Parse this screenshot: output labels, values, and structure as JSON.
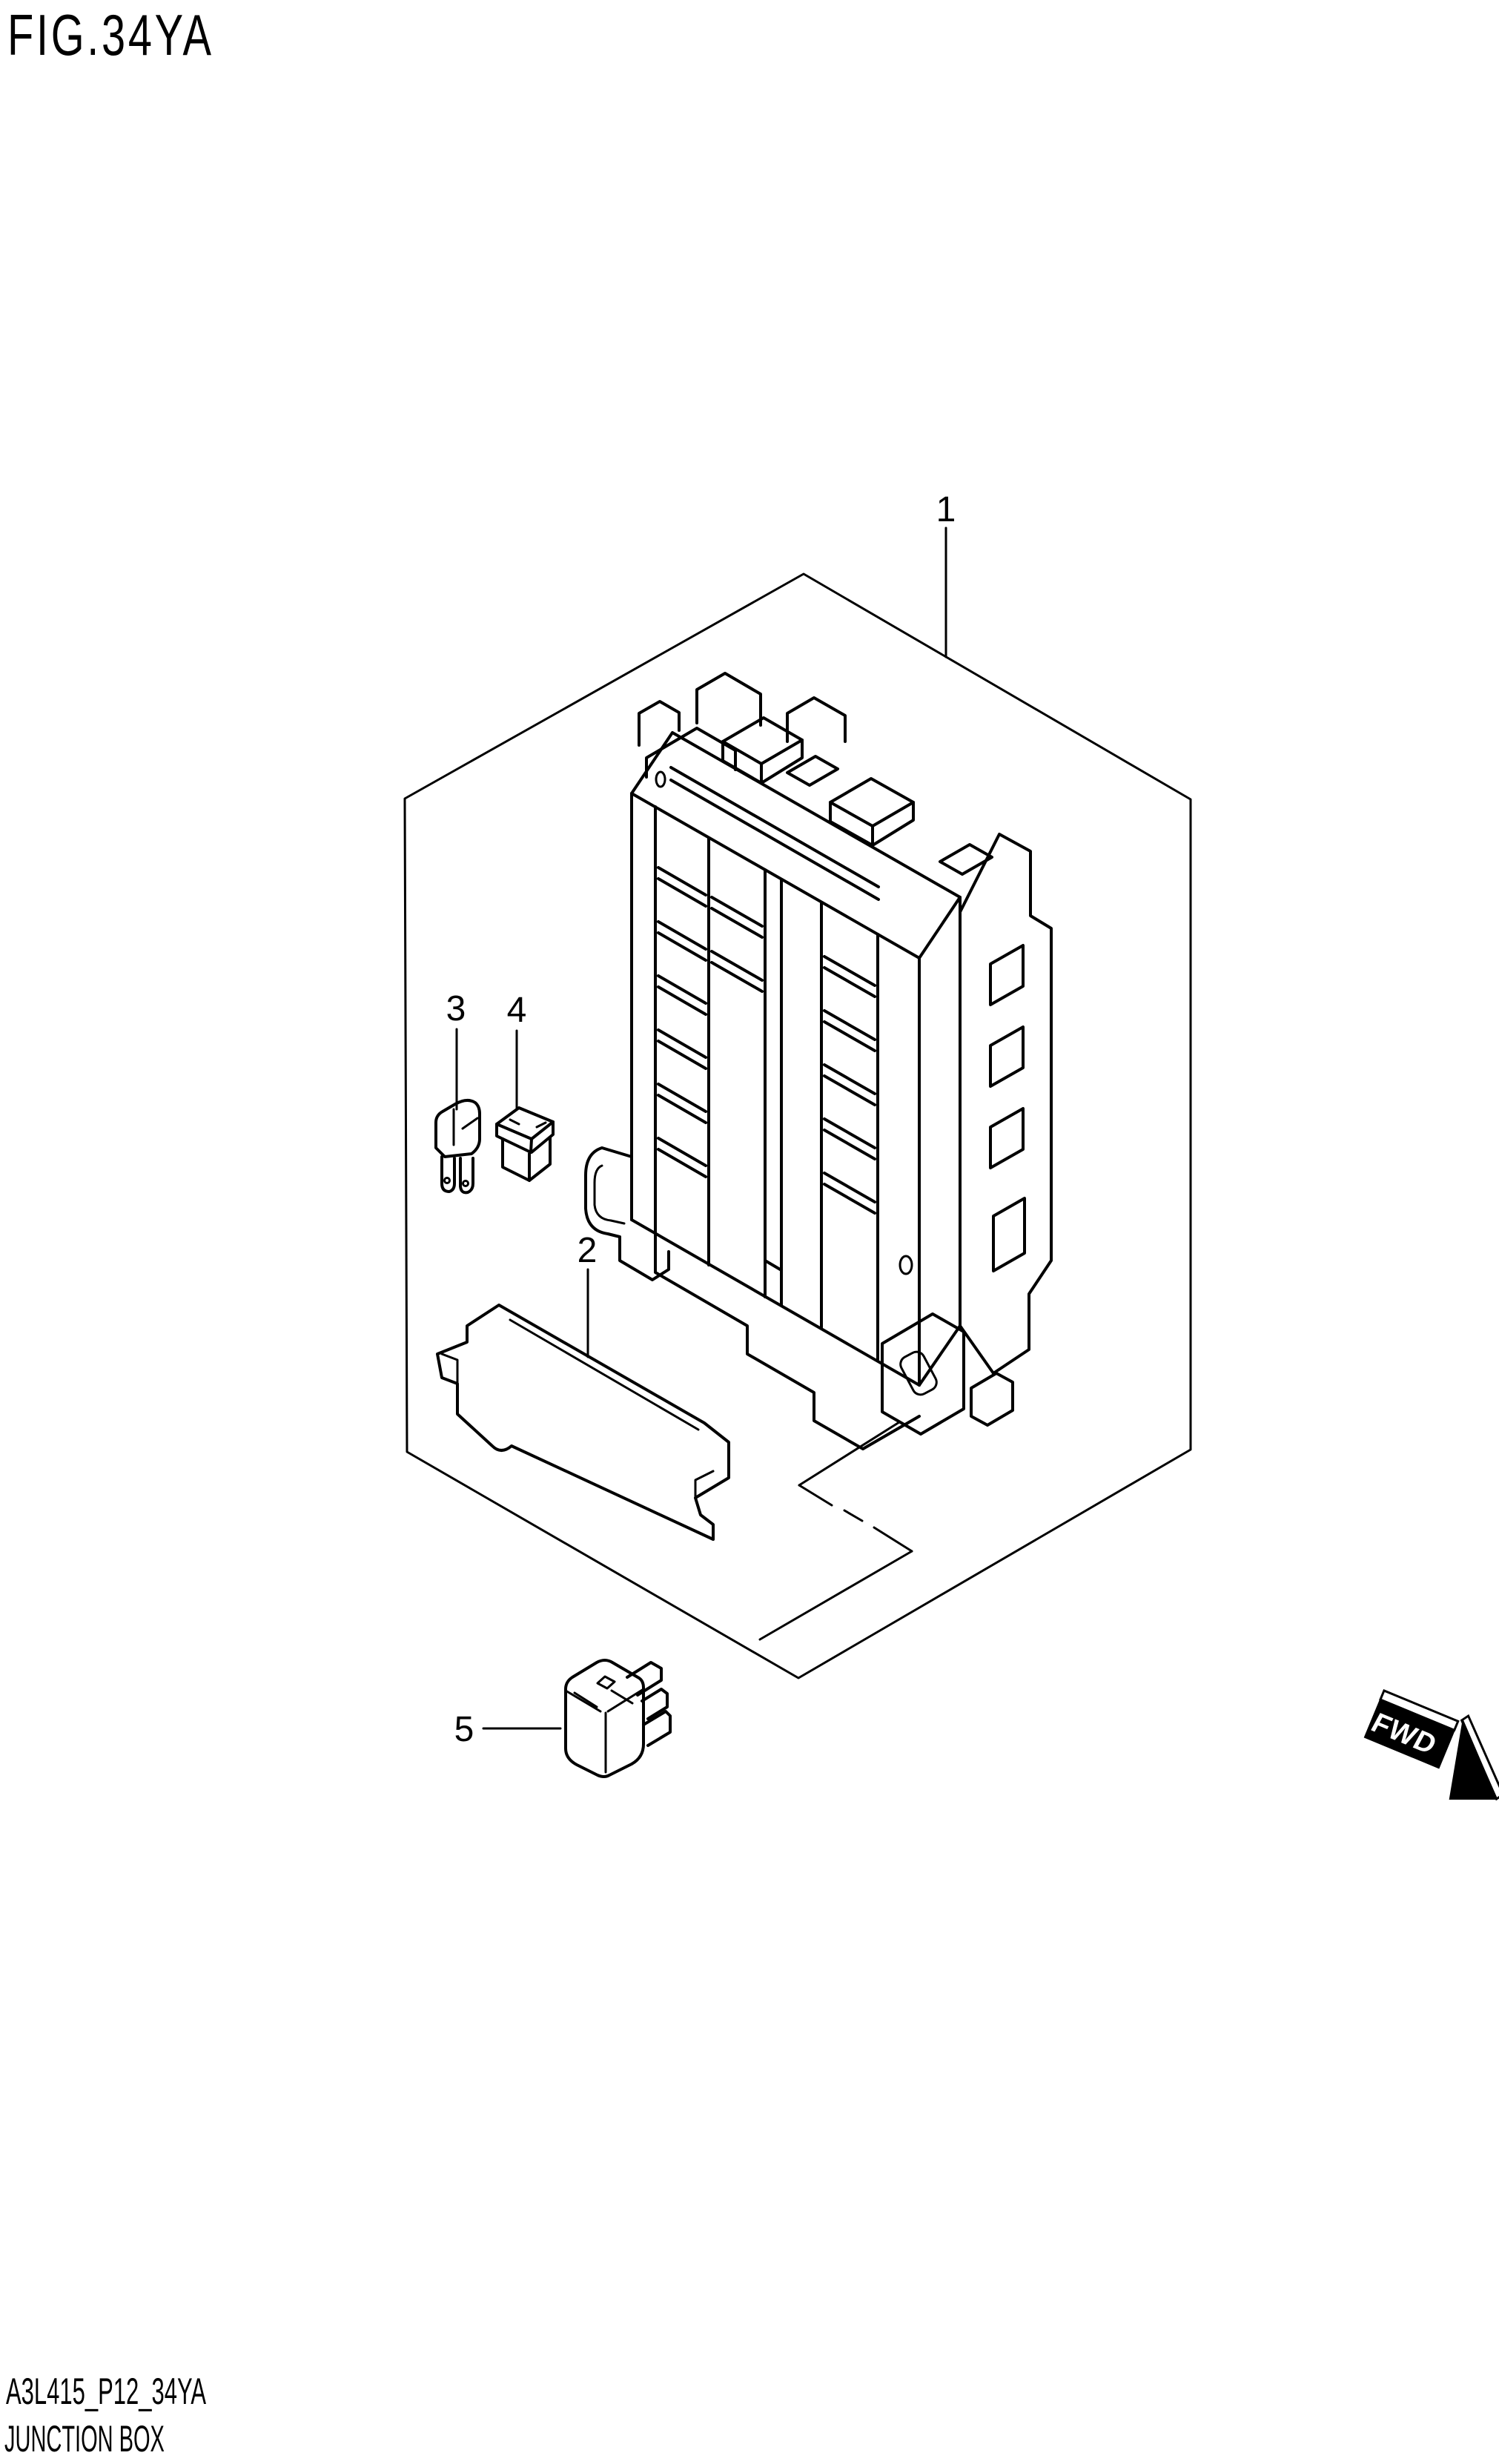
{
  "page": {
    "background": "#ffffff",
    "line_color": "#000000"
  },
  "title": "FIG.34YA",
  "figure": {
    "callouts": [
      {
        "ref": "1"
      },
      {
        "ref": "2"
      },
      {
        "ref": "3"
      },
      {
        "ref": "4"
      },
      {
        "ref": "5"
      }
    ]
  },
  "fwd": {
    "label": "FWD"
  },
  "footer": {
    "code": "A3L415_P12_34YA",
    "caption": "JUNCTION BOX"
  }
}
